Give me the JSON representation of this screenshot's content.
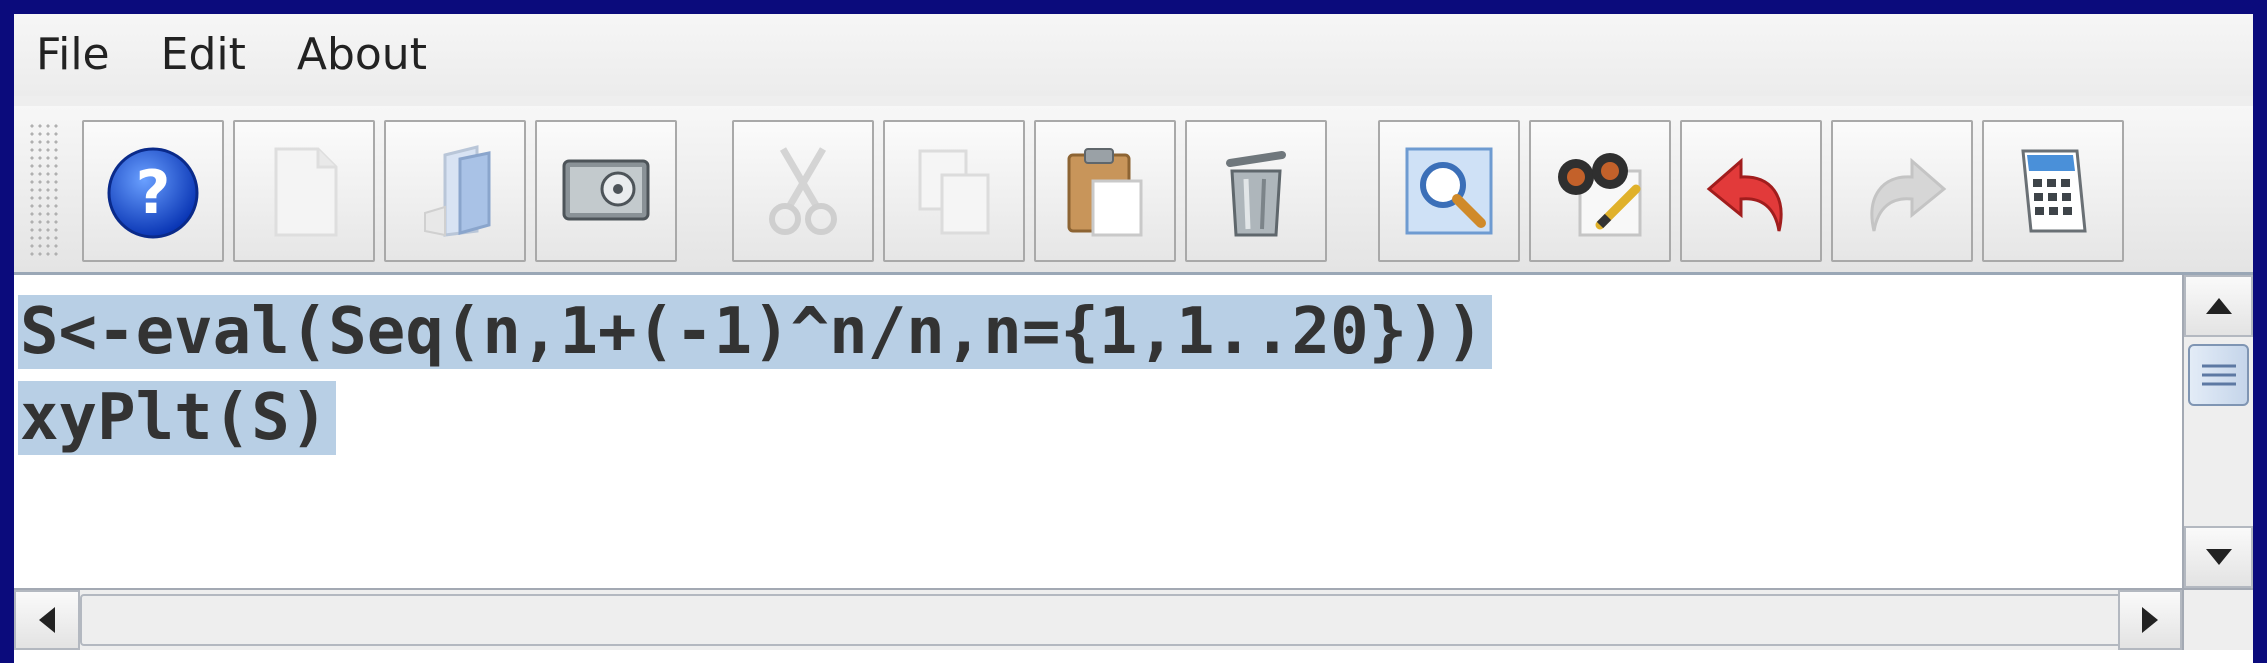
{
  "menubar": {
    "items": [
      {
        "label": "File"
      },
      {
        "label": "Edit"
      },
      {
        "label": "About"
      }
    ]
  },
  "toolbar": {
    "buttons": [
      {
        "icon": "help-icon",
        "enabled": true
      },
      {
        "icon": "new-file-icon",
        "enabled": false
      },
      {
        "icon": "open-folder-icon",
        "enabled": false
      },
      {
        "icon": "save-disk-icon",
        "enabled": true
      },
      {
        "icon": "cut-scissors-icon",
        "enabled": false
      },
      {
        "icon": "copy-icon",
        "enabled": false
      },
      {
        "icon": "paste-clipboard-icon",
        "enabled": true
      },
      {
        "icon": "trash-icon",
        "enabled": true
      },
      {
        "icon": "find-magnifier-icon",
        "enabled": true
      },
      {
        "icon": "find-replace-binoculars-icon",
        "enabled": true
      },
      {
        "icon": "undo-arrow-icon",
        "enabled": true
      },
      {
        "icon": "redo-arrow-icon",
        "enabled": false
      },
      {
        "icon": "calculator-icon",
        "enabled": true
      }
    ]
  },
  "editor": {
    "lines": [
      "S<-eval(Seq(n,1+(-1)^n/n,n={1,1..20}))",
      "xyPlt(S)"
    ],
    "selection_color": "#b8cfe5"
  },
  "colors": {
    "window_border": "#0b0b7c",
    "code_text": "#333333"
  }
}
